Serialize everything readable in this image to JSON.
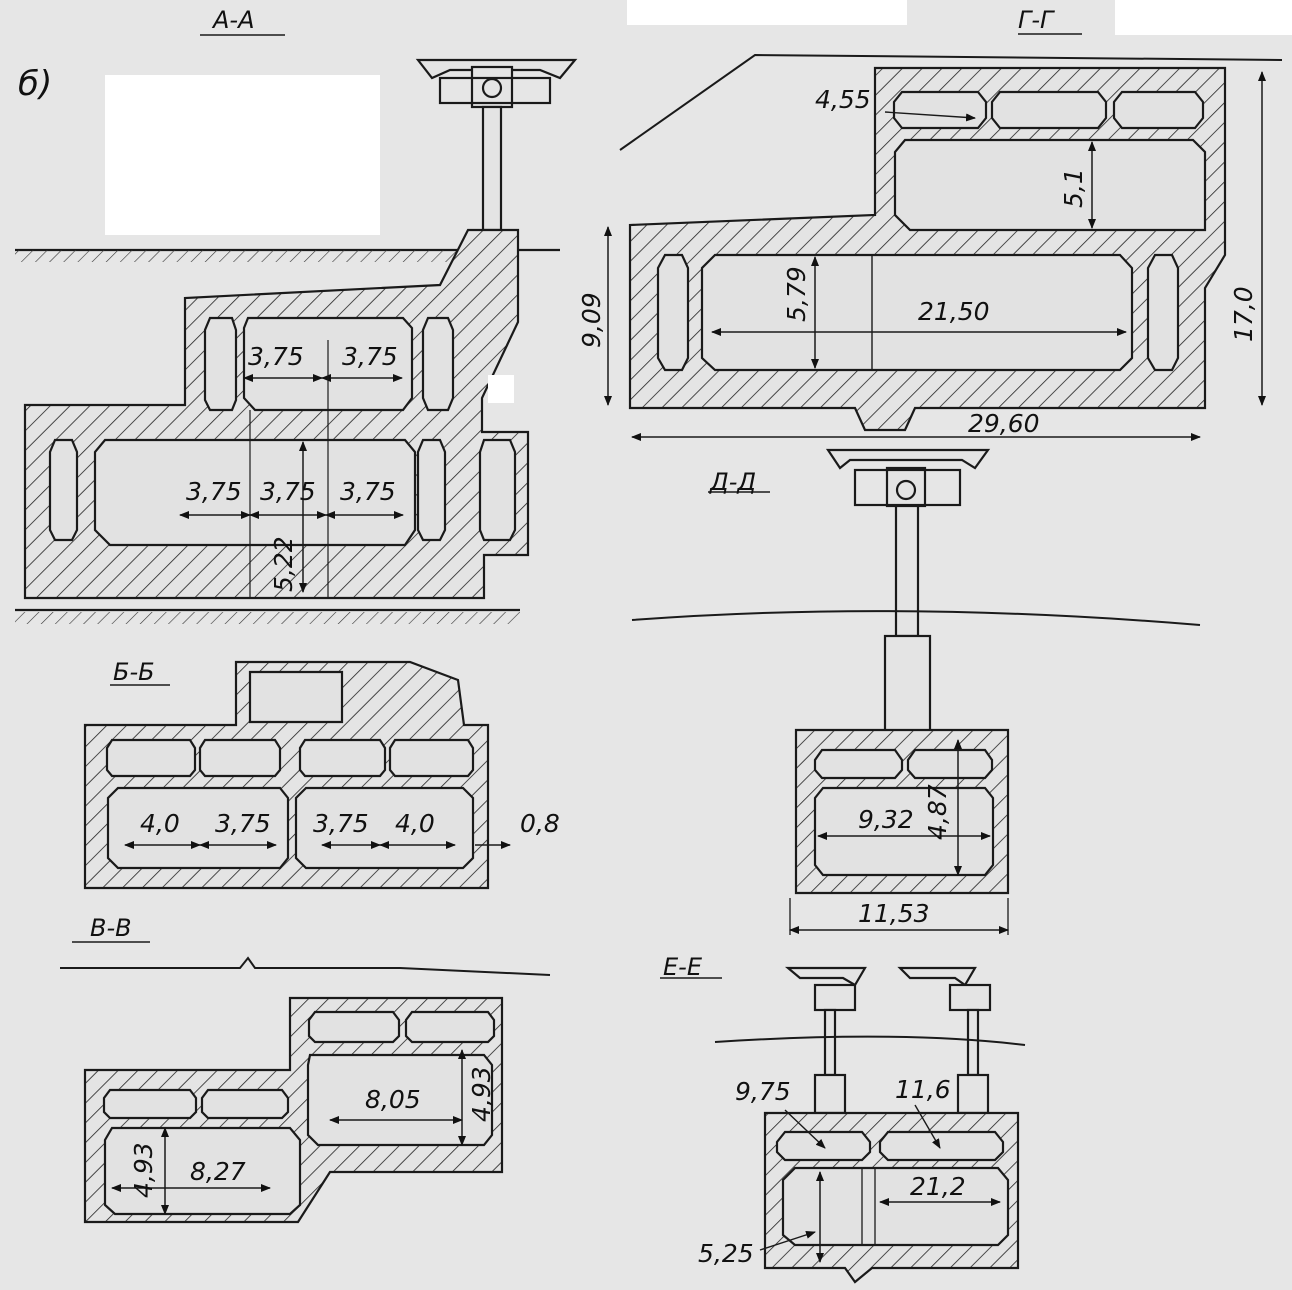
{
  "figure_label": "б)",
  "sections": {
    "aa": {
      "title": "А-А",
      "dims": [
        "3,75",
        "3,75",
        "3,75",
        "3,75",
        "3,75",
        "5,22"
      ]
    },
    "bb": {
      "title": "Б-Б",
      "dims": [
        "4,0",
        "3,75",
        "3,75",
        "4,0",
        "0,8"
      ]
    },
    "vv": {
      "title": "В-В",
      "dims": [
        "8,05",
        "4,93",
        "4,93",
        "8,27"
      ]
    },
    "gg": {
      "title": "Г-Г",
      "dims": [
        "4,55",
        "5,1",
        "5,79",
        "21,50",
        "9,09",
        "17,0",
        "29,60"
      ]
    },
    "dd": {
      "title": "Д-Д",
      "dims": [
        "9,32",
        "4,87",
        "11,53"
      ]
    },
    "ee": {
      "title": "Е-Е",
      "dims": [
        "9,75",
        "11,6",
        "21,2",
        "5,25"
      ]
    }
  },
  "colors": {
    "ink": "#1a1a1a",
    "paper": "#e6e6e6",
    "void": "#e2e2e2"
  }
}
